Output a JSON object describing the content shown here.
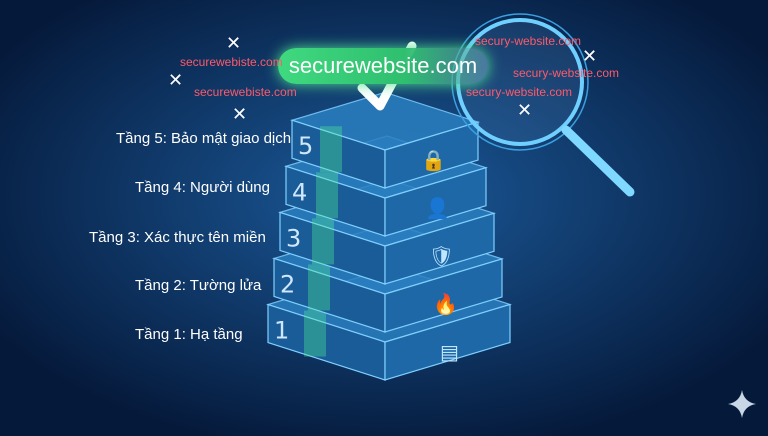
{
  "main_domain": "securewebsite.com",
  "layers": [
    {
      "number": "5",
      "label": "Tầng 5: Bảo mật giao dịch",
      "icon": "lock-icon"
    },
    {
      "number": "4",
      "label": "Tầng 4: Người dùng",
      "icon": "user-icon"
    },
    {
      "number": "3",
      "label": "Tầng 3: Xác thực tên miền",
      "icon": "shield-check-icon"
    },
    {
      "number": "2",
      "label": "Tầng 2: Tường lửa",
      "icon": "firewall-icon"
    },
    {
      "number": "1",
      "label": "Tầng 1: Hạ tầng",
      "icon": "server-icon"
    }
  ],
  "fake_domains_left": [
    "securewebiste.com",
    "securewebiste.com"
  ],
  "fake_domains_right": [
    "secury-website.com",
    "secury-website.com",
    "secury-website.com"
  ],
  "colors": {
    "background": "#06224a",
    "accent_green": "#3fd97f",
    "slab": "#1e6aa8",
    "fake": "#ff5a6a"
  }
}
